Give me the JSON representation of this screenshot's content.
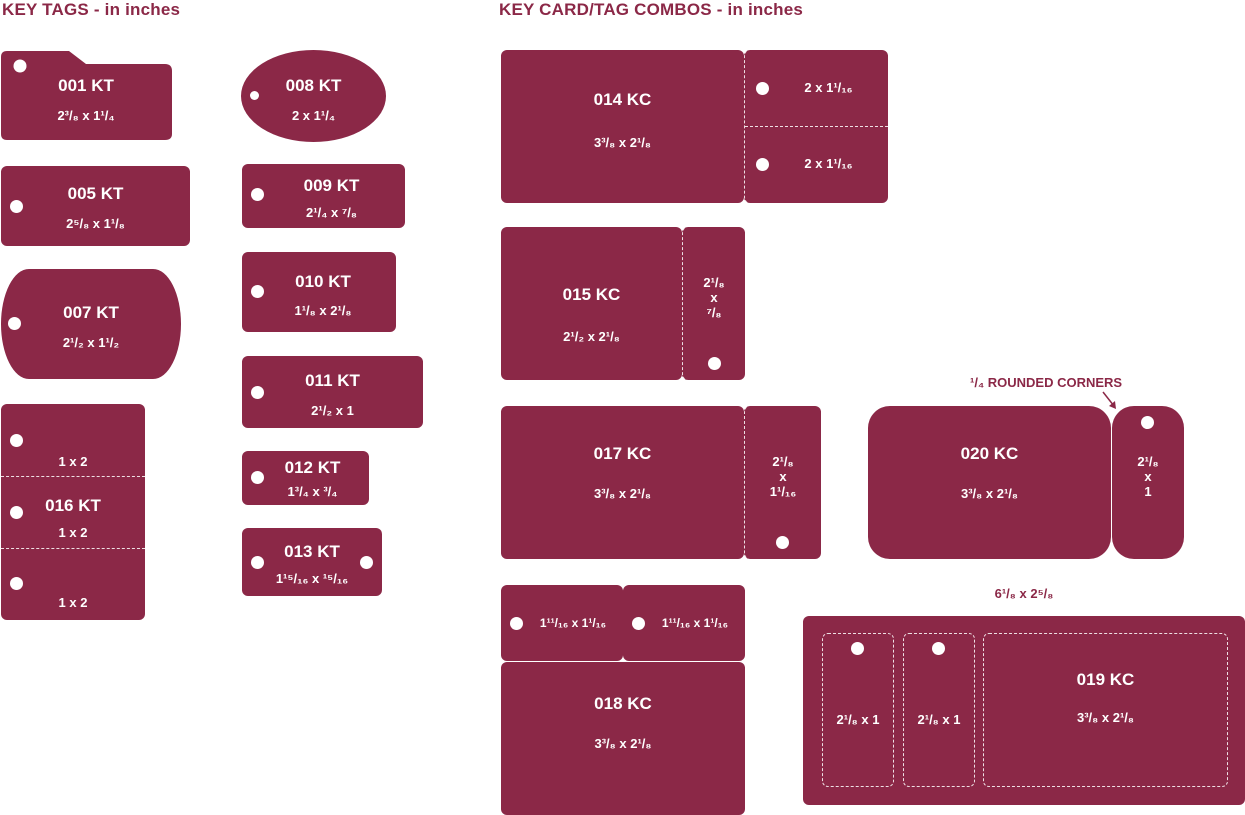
{
  "headers": {
    "key_tags": "KEY TAGS - in inches",
    "combos": "KEY CARD/TAG COMBOS - in inches"
  },
  "colors": {
    "tag": "#8b2847",
    "hole": "#ffffff",
    "background": "#ffffff"
  },
  "key_tags": {
    "kt001": {
      "name": "001 KT",
      "size": "2³/₈ x 1¹/₄"
    },
    "kt005": {
      "name": "005 KT",
      "size": "2⁵/₈ x 1¹/₈"
    },
    "kt007": {
      "name": "007 KT",
      "size": "2¹/₂ x 1¹/₂"
    },
    "kt016": {
      "name": "016 KT",
      "size_top": "1 x 2",
      "size_mid": "1 x 2",
      "size_bottom": "1 x 2"
    },
    "kt008": {
      "name": "008 KT",
      "size": "2 x 1¹/₄"
    },
    "kt009": {
      "name": "009 KT",
      "size": "2¹/₄ x ⁷/₈"
    },
    "kt010": {
      "name": "010 KT",
      "size": "1¹/₈ x 2¹/₈"
    },
    "kt011": {
      "name": "011 KT",
      "size": "2¹/₂ x 1"
    },
    "kt012": {
      "name": "012 KT",
      "size": "1³/₄ x ³/₄"
    },
    "kt013": {
      "name": "013 KT",
      "size": "1¹⁵/₁₆ x ¹⁵/₁₆"
    }
  },
  "combos": {
    "kc014": {
      "name": "014 KC",
      "size": "3³/₈ x 2¹/₈",
      "tag_top": "2 x 1¹/₁₆",
      "tag_bottom": "2 x 1¹/₁₆"
    },
    "kc015": {
      "name": "015 KC",
      "size": "2¹/₂ x 2¹/₈",
      "tag": "2¹/₈\nx\n⁷/₈"
    },
    "kc017": {
      "name": "017 KC",
      "size": "3³/₈ x 2¹/₈",
      "tag": "2¹/₈\nx\n1¹/₁₆"
    },
    "kc018": {
      "name": "018 KC",
      "size": "3³/₈ x 2¹/₈",
      "tag_left": "1¹¹/₁₆ x 1¹/₁₆",
      "tag_right": "1¹¹/₁₆ x 1¹/₁₆"
    },
    "kc020": {
      "name": "020 KC",
      "size": "3³/₈ x 2¹/₈",
      "tag": "2¹/₈\nx\n1",
      "note": "¹/₄ ROUNDED CORNERS"
    },
    "kc019": {
      "name": "019 KC",
      "size": "3³/₈ x 2¹/₈",
      "overall": "6¹/₈ x 2⁵/₈",
      "tag_a": "2¹/₈ x 1",
      "tag_b": "2¹/₈ x 1"
    }
  }
}
